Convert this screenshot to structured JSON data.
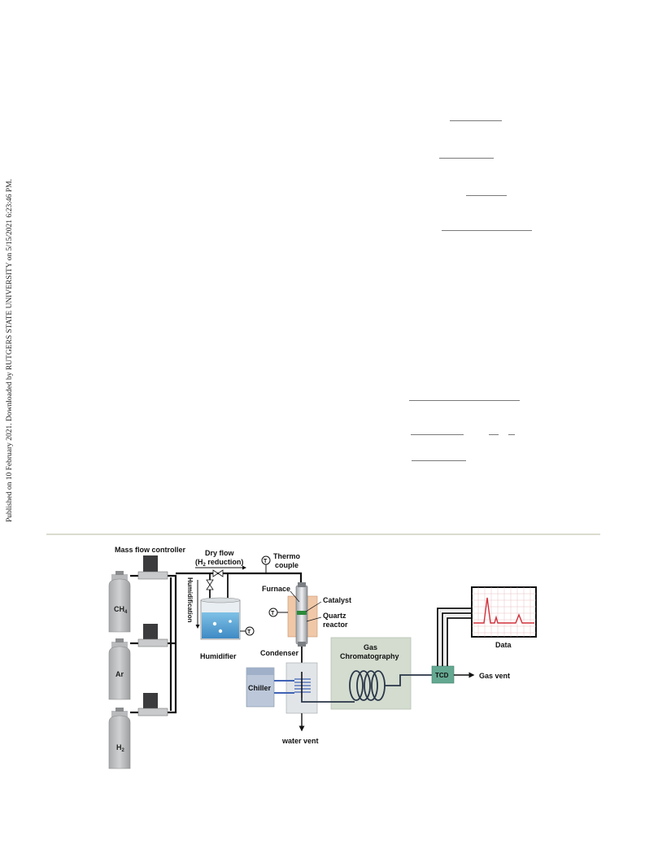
{
  "watermark": "Published on 10 February 2021. Downloaded by RUTGERS STATE UNIVERSITY on 5/15/2021 6:23:46 PM.",
  "figure": {
    "labels": {
      "mfc": "Mass flow controller",
      "dry_flow_1": "Dry flow",
      "dry_flow_2a": "(H",
      "dry_flow_2b": "2",
      "dry_flow_2c": " reduction)",
      "thermo_1": "Thermo",
      "thermo_2": "couple",
      "humidification": "Humidification",
      "furnace": "Furnace",
      "catalyst": "Catalyst",
      "quartz_1": "Quartz",
      "quartz_2": "reactor",
      "humidifier": "Humidifier",
      "condenser": "Condenser",
      "chiller": "Chiller",
      "gc_1": "Gas",
      "gc_2": "Chromatography",
      "tcd": "TCD",
      "gas_vent": "Gas vent",
      "data": "Data",
      "water_vent": "water vent",
      "t_symbol": "T"
    },
    "cylinders": {
      "ch4_a": "CH",
      "ch4_b": "4",
      "ar": "Ar",
      "h2_a": "H",
      "h2_b": "2"
    }
  }
}
